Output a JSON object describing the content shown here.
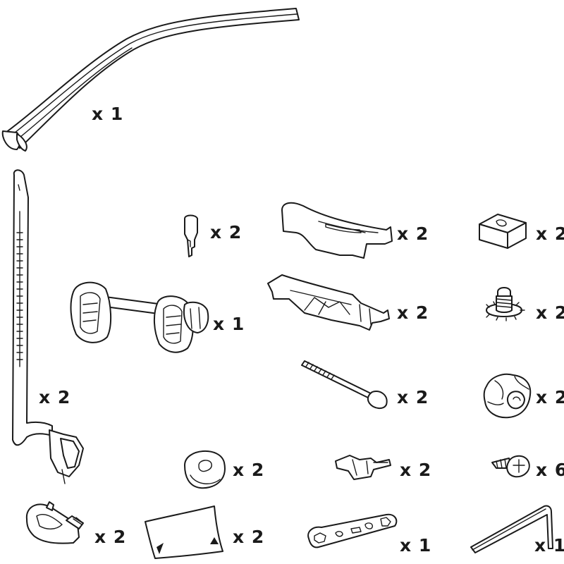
{
  "parts": [
    {
      "id": "rail",
      "icon": "rail-channel-icon",
      "qty": "x 1"
    },
    {
      "id": "frame-holder-arm",
      "icon": "frame-holder-arm-icon",
      "qty": "x 2"
    },
    {
      "id": "key",
      "icon": "key-icon",
      "qty": "x 2"
    },
    {
      "id": "wheel-clamp",
      "icon": "wheel-clamp-icon",
      "qty": "x 1"
    },
    {
      "id": "wheel-holder",
      "icon": "wheel-holder-icon",
      "qty": "x 2"
    },
    {
      "id": "adhesive-label",
      "icon": "adhesive-label-icon",
      "qty": "x 2"
    },
    {
      "id": "rail-end-cap",
      "icon": "rail-end-cap-icon",
      "qty": "x 2"
    },
    {
      "id": "strap-bracket",
      "icon": "strap-bracket-icon",
      "qty": "x 2"
    },
    {
      "id": "long-bolt",
      "icon": "long-bolt-icon",
      "qty": "x 2"
    },
    {
      "id": "small-clip",
      "icon": "small-clip-icon",
      "qty": "x 2"
    },
    {
      "id": "wrench-tool",
      "icon": "wrench-tool-icon",
      "qty": "x 1"
    },
    {
      "id": "square-nut",
      "icon": "square-nut-icon",
      "qty": "x 2"
    },
    {
      "id": "flange-bolt",
      "icon": "flange-bolt-icon",
      "qty": "x 2"
    },
    {
      "id": "washer",
      "icon": "washer-icon",
      "qty": "x 2"
    },
    {
      "id": "knob",
      "icon": "knob-icon",
      "qty": "x 2"
    },
    {
      "id": "screw",
      "icon": "screw-icon",
      "qty": "x 6"
    },
    {
      "id": "allen-key",
      "icon": "allen-key-icon",
      "qty": "x 1"
    }
  ]
}
